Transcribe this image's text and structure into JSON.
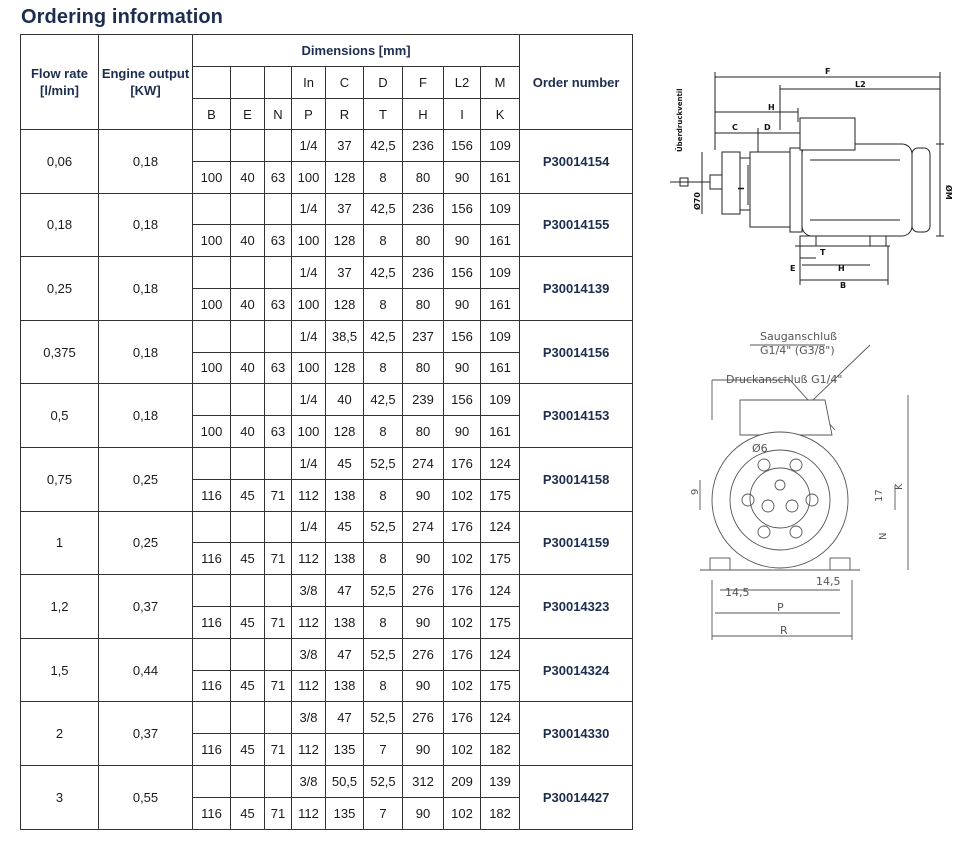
{
  "title": "Ordering information",
  "table": {
    "header_flow": "Flow rate [l/min]",
    "header_engine": "Engine output [KW]",
    "header_dimensions": "Dimensions [mm]",
    "header_order": "Order number",
    "upper_letters": [
      "",
      "",
      "",
      "In",
      "C",
      "D",
      "F",
      "L2",
      "M"
    ],
    "lower_letters": [
      "B",
      "E",
      "N",
      "P",
      "R",
      "T",
      "H",
      "I",
      "K"
    ],
    "rows": [
      {
        "flow": "0,06",
        "engine": "0,18",
        "upper": [
          "",
          "",
          "",
          "1/4",
          "37",
          "42,5",
          "236",
          "156",
          "109"
        ],
        "lower": [
          "100",
          "40",
          "63",
          "100",
          "128",
          "8",
          "80",
          "90",
          "161"
        ],
        "order": "P30014154"
      },
      {
        "flow": "0,18",
        "engine": "0,18",
        "upper": [
          "",
          "",
          "",
          "1/4",
          "37",
          "42,5",
          "236",
          "156",
          "109"
        ],
        "lower": [
          "100",
          "40",
          "63",
          "100",
          "128",
          "8",
          "80",
          "90",
          "161"
        ],
        "order": "P30014155"
      },
      {
        "flow": "0,25",
        "engine": "0,18",
        "upper": [
          "",
          "",
          "",
          "1/4",
          "37",
          "42,5",
          "236",
          "156",
          "109"
        ],
        "lower": [
          "100",
          "40",
          "63",
          "100",
          "128",
          "8",
          "80",
          "90",
          "161"
        ],
        "order": "P30014139"
      },
      {
        "flow": "0,375",
        "engine": "0,18",
        "upper": [
          "",
          "",
          "",
          "1/4",
          "38,5",
          "42,5",
          "237",
          "156",
          "109"
        ],
        "lower": [
          "100",
          "40",
          "63",
          "100",
          "128",
          "8",
          "80",
          "90",
          "161"
        ],
        "order": "P30014156"
      },
      {
        "flow": "0,5",
        "engine": "0,18",
        "upper": [
          "",
          "",
          "",
          "1/4",
          "40",
          "42,5",
          "239",
          "156",
          "109"
        ],
        "lower": [
          "100",
          "40",
          "63",
          "100",
          "128",
          "8",
          "80",
          "90",
          "161"
        ],
        "order": "P30014153"
      },
      {
        "flow": "0,75",
        "engine": "0,25",
        "upper": [
          "",
          "",
          "",
          "1/4",
          "45",
          "52,5",
          "274",
          "176",
          "124"
        ],
        "lower": [
          "116",
          "45",
          "71",
          "112",
          "138",
          "8",
          "90",
          "102",
          "175"
        ],
        "order": "P30014158"
      },
      {
        "flow": "1",
        "engine": "0,25",
        "upper": [
          "",
          "",
          "",
          "1/4",
          "45",
          "52,5",
          "274",
          "176",
          "124"
        ],
        "lower": [
          "116",
          "45",
          "71",
          "112",
          "138",
          "8",
          "90",
          "102",
          "175"
        ],
        "order": "P30014159"
      },
      {
        "flow": "1,2",
        "engine": "0,37",
        "upper": [
          "",
          "",
          "",
          "3/8",
          "47",
          "52,5",
          "276",
          "176",
          "124"
        ],
        "lower": [
          "116",
          "45",
          "71",
          "112",
          "138",
          "8",
          "90",
          "102",
          "175"
        ],
        "order": "P30014323"
      },
      {
        "flow": "1,5",
        "engine": "0,44",
        "upper": [
          "",
          "",
          "",
          "3/8",
          "47",
          "52,5",
          "276",
          "176",
          "124"
        ],
        "lower": [
          "116",
          "45",
          "71",
          "112",
          "138",
          "8",
          "90",
          "102",
          "175"
        ],
        "order": "P30014324"
      },
      {
        "flow": "2",
        "engine": "0,37",
        "upper": [
          "",
          "",
          "",
          "3/8",
          "47",
          "52,5",
          "276",
          "176",
          "124"
        ],
        "lower": [
          "116",
          "45",
          "71",
          "112",
          "135",
          "7",
          "90",
          "102",
          "182"
        ],
        "order": "P30014330"
      },
      {
        "flow": "3",
        "engine": "0,55",
        "upper": [
          "",
          "",
          "",
          "3/8",
          "50,5",
          "52,5",
          "312",
          "209",
          "139"
        ],
        "lower": [
          "116",
          "45",
          "71",
          "112",
          "135",
          "7",
          "90",
          "102",
          "182"
        ],
        "order": "P30014427"
      }
    ]
  },
  "drawing_side": {
    "labels": {
      "F": "F",
      "L2": "L2",
      "H": "H",
      "C": "C",
      "D": "D",
      "I": "I",
      "M": "ØM",
      "D70": "Ø70",
      "T": "T",
      "E": "E",
      "H2": "H",
      "B": "B",
      "valve": "Überdruckventil"
    }
  },
  "drawing_front": {
    "labels": {
      "suction1": "Sauganschluß",
      "suction2": "G1/4\" (G3/8\")",
      "pressure": "Druckanschluß G1/4\"",
      "d6": "Ø6",
      "nine": "9",
      "seventeen": "17",
      "K": "K",
      "N": "N",
      "dim145a": "14,5",
      "dim145b": "14,5",
      "P": "P",
      "R": "R"
    }
  }
}
